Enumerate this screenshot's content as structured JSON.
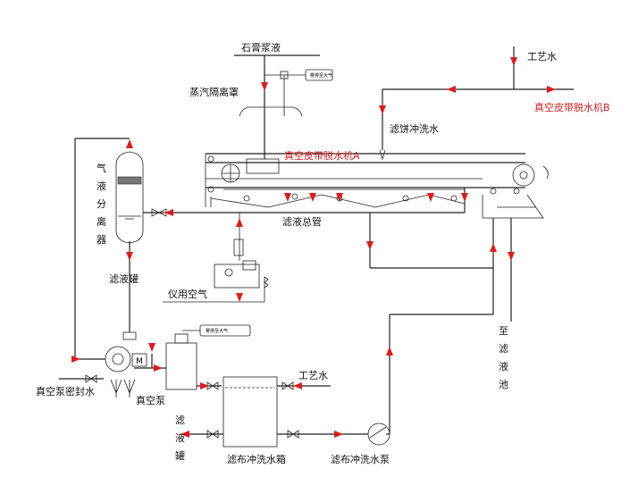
{
  "labels": {
    "gypsum_slurry": "石膏浆液",
    "steam_hood": "蒸汽隔离罩",
    "process_water_top": "工艺水",
    "belt_b": "真空皮带脱水机B",
    "cake_wash": "滤饼冲洗水",
    "belt_a": "真空皮带脱水机A",
    "gl_sep_1": "气",
    "gl_sep_2": "液",
    "gl_sep_3": "分",
    "gl_sep_4": "离",
    "gl_sep_5": "器",
    "filtrate_header": "滤液总管",
    "filtrate_tank_1": "滤液罐",
    "instrument_air": "仪用空气",
    "to_pit_1": "至",
    "to_pit_2": "滤",
    "to_pit_3": "液",
    "to_pit_4": "池",
    "seal_water": "真空泵密封水",
    "vacuum_pump": "真空泵",
    "process_water_bottom": "工艺水",
    "filtrate_tank_2a": "滤",
    "filtrate_tank_2b": "液",
    "filtrate_tank_2c": "罐",
    "cloth_tank": "滤布冲洗水箱",
    "cloth_pump": "滤布冲洗水泵",
    "vent_1": "雾排至大气",
    "vent_2": "雾排至大气",
    "motor": "M"
  },
  "colors": {
    "line": "#222222",
    "arrow": "#e01b1b",
    "label_red": "#d81e1e"
  }
}
